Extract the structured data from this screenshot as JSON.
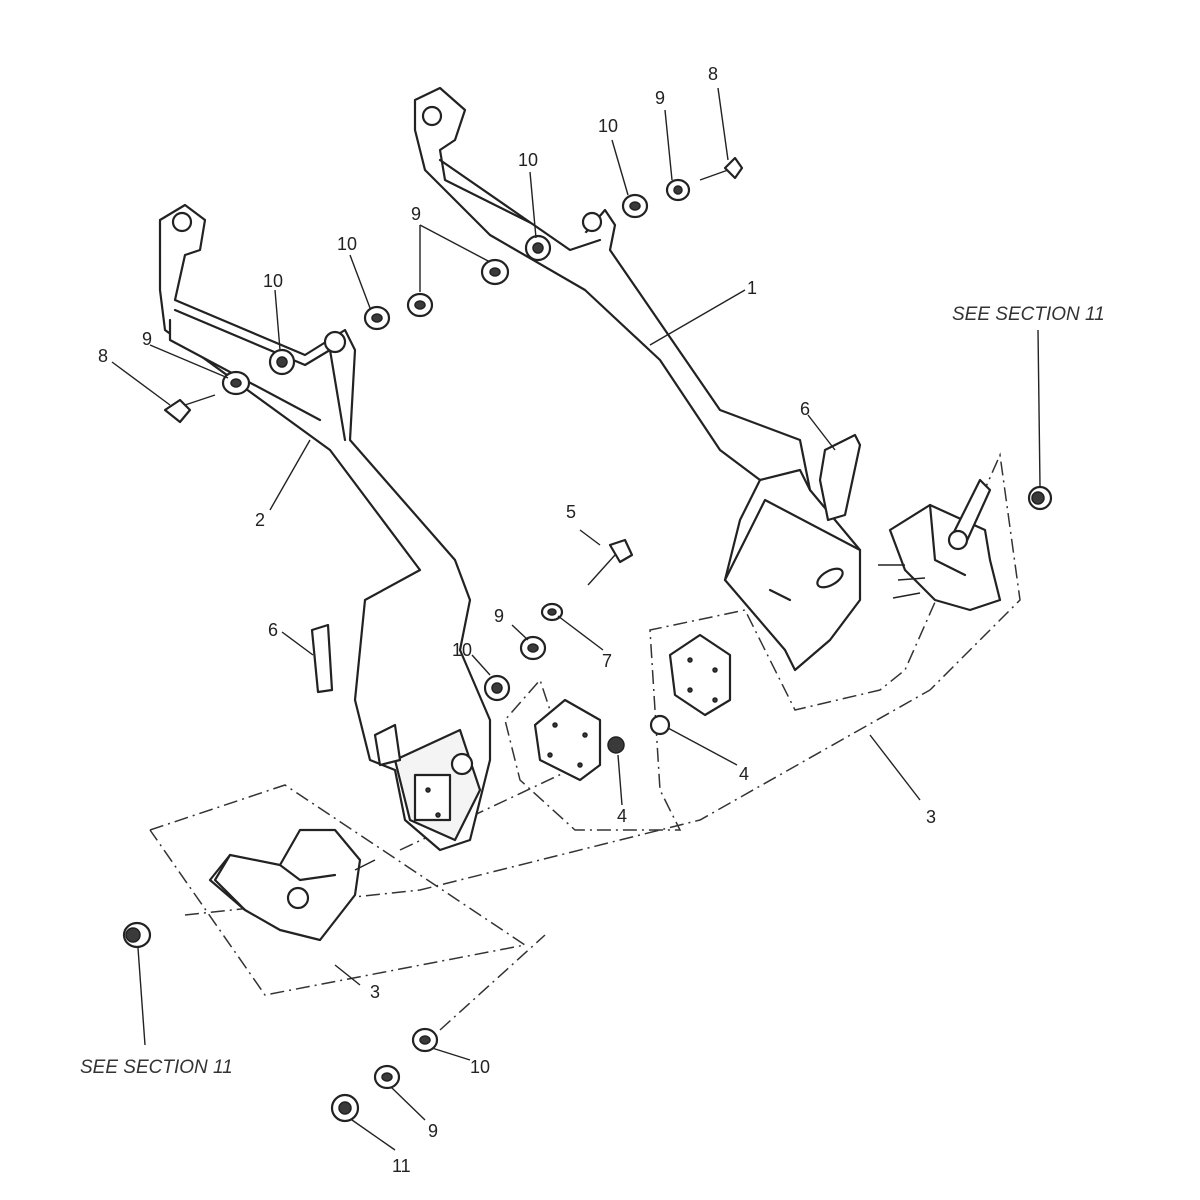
{
  "labels": {
    "see_section_top": "SEE SECTION 11",
    "see_section_bottom": "SEE SECTION 11",
    "c1": "1",
    "c2": "2",
    "c3a": "3",
    "c3b": "3",
    "c4a": "4",
    "c4b": "4",
    "c5": "5",
    "c6a": "6",
    "c6b": "6",
    "c7": "7",
    "c8a": "8",
    "c8b": "8",
    "c9a": "9",
    "c9b": "9",
    "c9c": "9",
    "c9d": "9",
    "c9e": "9",
    "c10a": "10",
    "c10b": "10",
    "c10c": "10",
    "c10d": "10",
    "c10e": "10",
    "c10f": "10",
    "c11": "11"
  }
}
